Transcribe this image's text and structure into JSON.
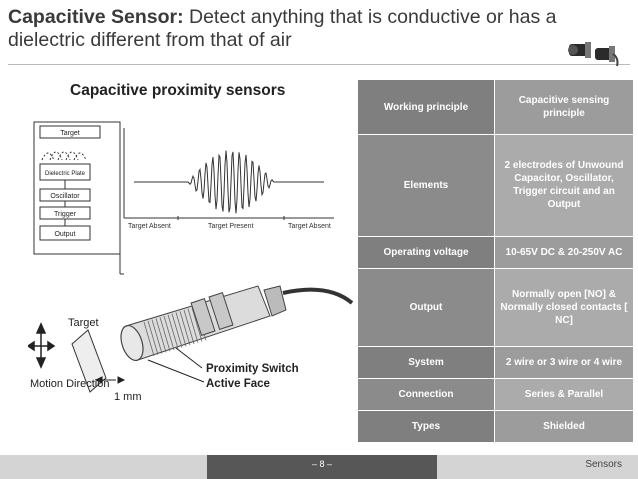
{
  "slide": {
    "title_lead": "Capacitive Sensor:",
    "title_rest": " Detect anything that is conductive or has a dielectric different from that of air"
  },
  "figure": {
    "heading": "Capacitive proximity sensors",
    "blocks": [
      "Target",
      "Dielectric Plate",
      "Oscillator",
      "Trigger",
      "Output"
    ],
    "waveform_labels": [
      "Target Absent",
      "Target Present",
      "Target Absent"
    ],
    "annotations": {
      "target": "Target",
      "motion": "Motion Direction",
      "gap": "1 mm",
      "switch": "Proximity Switch",
      "face": "Active Face"
    }
  },
  "table": {
    "rows": [
      {
        "key": "Working principle",
        "value": "Capacitive sensing principle"
      },
      {
        "key": "Elements",
        "value": "2 electrodes of Unwound Capacitor, Oscillator, Trigger circuit and an Output"
      },
      {
        "key": "Operating voltage",
        "value": "10-65V DC & 20-250V AC"
      },
      {
        "key": "Output",
        "value": "Normally open [NO] & Normally closed contacts [ NC]"
      },
      {
        "key": "System",
        "value": "2 wire or 3 wire or 4 wire"
      },
      {
        "key": "Connection",
        "value": "Series & Parallel"
      },
      {
        "key": "Types",
        "value": "Shielded"
      }
    ]
  },
  "footer": {
    "page": "– 8 –",
    "label": "Sensors"
  },
  "colors": {
    "table_key": "#7f7f7f",
    "table_value": "#9c9c9c",
    "footer_dark": "#575757"
  }
}
